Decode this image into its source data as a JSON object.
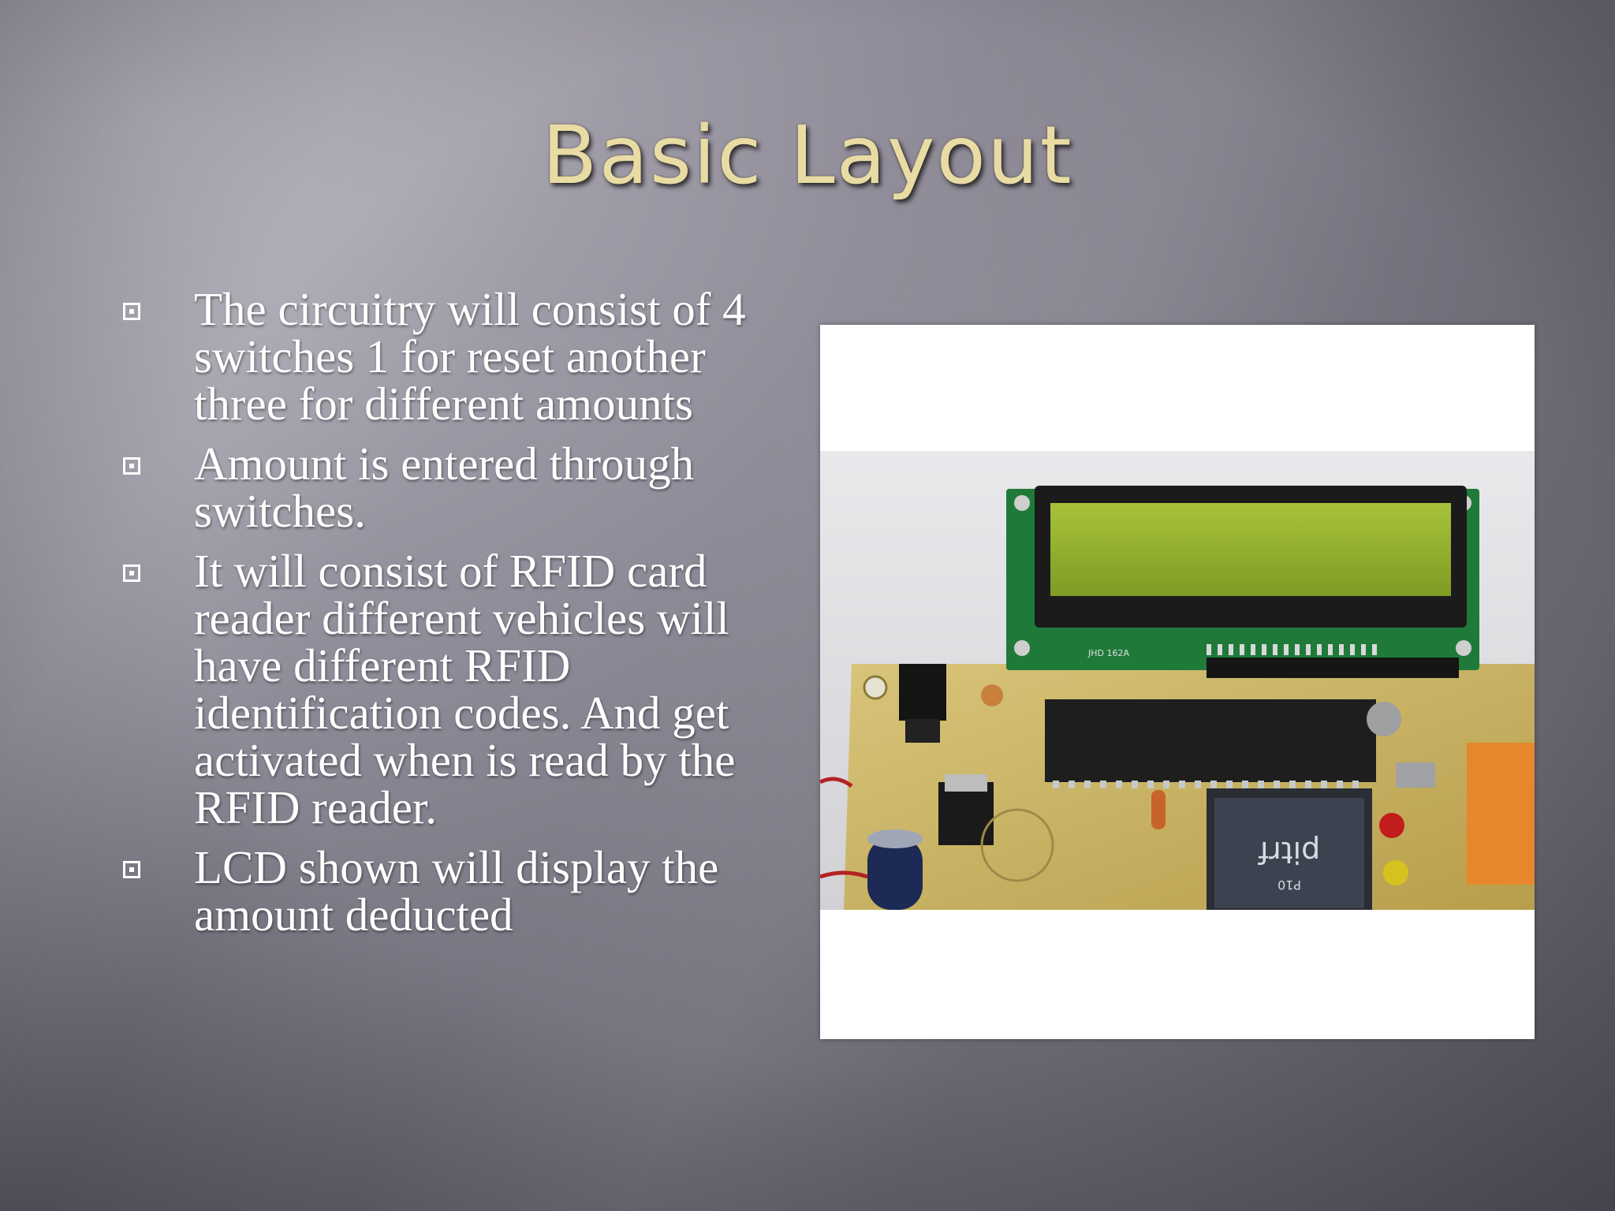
{
  "slide": {
    "title": "Basic Layout",
    "bullets": [
      "The circuitry will consist of 4 switches 1 for reset another three for different amounts",
      "Amount is entered through switches.",
      "It will consist of RFID card reader different vehicles will have different RFID identification codes.  And get activated when is read by the RFID reader.",
      "LCD shown will display the amount deducted"
    ],
    "image": {
      "board_labels": [
        "JHD 162A",
        "pitrf",
        "P10"
      ]
    }
  }
}
